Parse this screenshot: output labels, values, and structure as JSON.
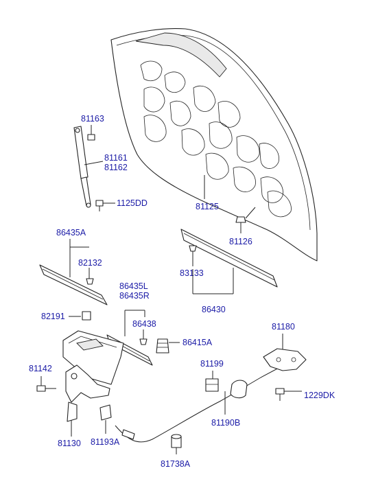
{
  "parts": {
    "p81163": "81163",
    "p81161": "81161",
    "p81162": "81162",
    "p1125DD": "1125DD",
    "p81125": "81125",
    "p81126": "81126",
    "p86435A": "86435A",
    "p82132": "82132",
    "p83133": "83133",
    "p86430": "86430",
    "p86435L": "86435L",
    "p86435R": "86435R",
    "p82191": "82191",
    "p86438": "86438",
    "p86415A": "86415A",
    "p81180": "81180",
    "p81142": "81142",
    "p81199": "81199",
    "p1229DK": "1229DK",
    "p81190B": "81190B",
    "p81130": "81130",
    "p81193A": "81193A",
    "p81738A": "81738A"
  }
}
